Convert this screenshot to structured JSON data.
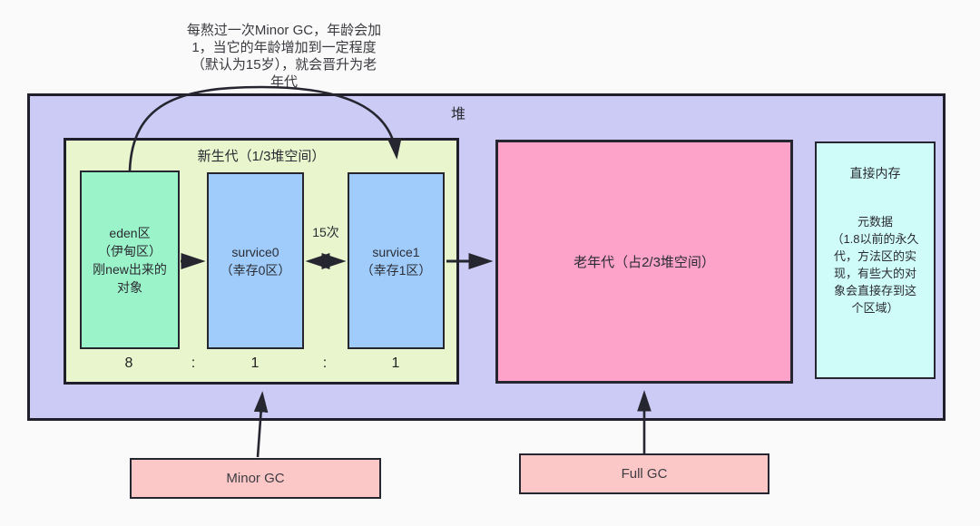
{
  "colors": {
    "page_bg": "#fafafa",
    "heap_bg": "#cccbf5",
    "young_gen_bg": "#e9f5cd",
    "eden_bg": "#9bf4c9",
    "survivor_bg": "#9fccfb",
    "old_gen_bg": "#fda2c9",
    "direct_memory_bg": "#cffcf9",
    "gc_box_bg": "#fbc8c7",
    "line": "#262630"
  },
  "annotation": {
    "text": "每熬过一次Minor GC，年龄会加\n1，当它的年龄增加到一定程度\n（默认为15岁），就会晋升为老\n年代"
  },
  "heap": {
    "label": "堆",
    "young_gen": {
      "title": "新生代（1/3堆空间）",
      "eden": {
        "label": "eden区\n（伊甸区）\n刚new出来的\n对象"
      },
      "survivor0": {
        "label": "survice0\n（幸存0区）"
      },
      "survivor1": {
        "label": "survice1\n（幸存1区）"
      },
      "promote_count": "15次",
      "ratio": [
        "8",
        ":",
        "1",
        ":",
        "1"
      ]
    },
    "old_gen": {
      "label": "老年代（占2/3堆空间）"
    },
    "direct_memory": {
      "title": "直接内存",
      "body": "元数据\n（1.8以前的永久\n代，方法区的实\n现，有些大的对\n象会直接存到这\n个区域）"
    }
  },
  "gc": {
    "minor_label": "Minor GC",
    "full_label": "Full GC"
  }
}
